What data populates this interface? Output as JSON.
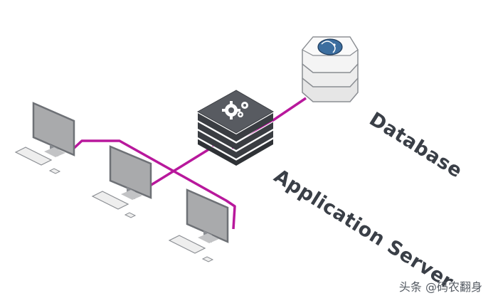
{
  "labels": {
    "database": "Database",
    "app_server": "Application Server"
  },
  "watermark": "头条 @码农翻身",
  "colors": {
    "link": "#b8189c",
    "server_dark": "#3d4045",
    "server_top": "#5a5d63",
    "db_light": "#f2f2f2",
    "db_outline": "#8a8d92",
    "db_logo": "#3c6e9f",
    "monitor_screen": "#a9aaac",
    "monitor_frame": "#6e7176"
  },
  "icons": {
    "server": "gears-icon",
    "database": "postgres-elephant-icon"
  }
}
